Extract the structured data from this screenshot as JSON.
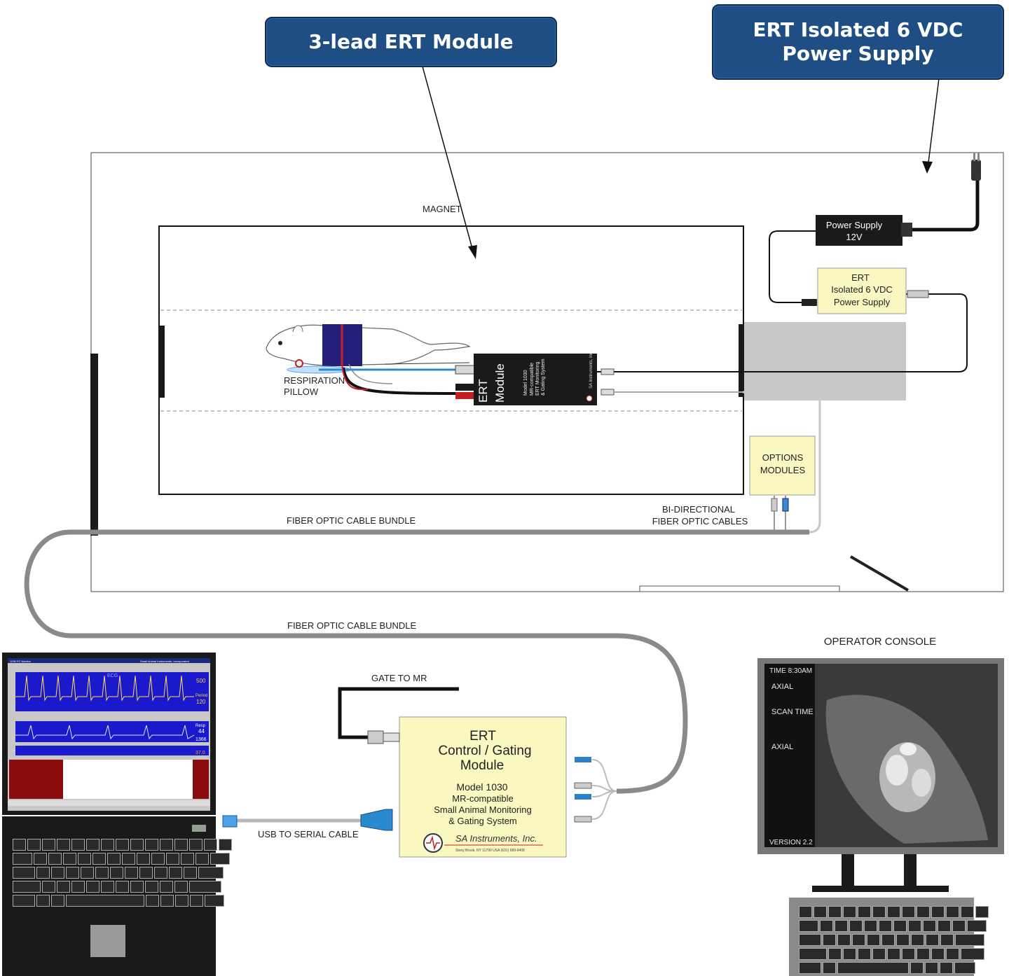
{
  "callouts": {
    "ert_module": "3-lead ERT Module",
    "power_supply_line1": "ERT Isolated 6 VDC",
    "power_supply_line2": "Power Supply"
  },
  "labels": {
    "magnet": "MAGNET",
    "respiration_line1": "RESPIRATION",
    "respiration_line2": "PILLOW",
    "fiber_bundle_top": "FIBER OPTIC CABLE BUNDLE",
    "fiber_bundle_bottom": "FIBER OPTIC CABLE BUNDLE",
    "bidirectional_line1": "BI-DIRECTIONAL",
    "bidirectional_line2": "FIBER OPTIC CABLES",
    "gate_to_mr": "GATE TO MR",
    "usb_cable": "USB TO SERIAL CABLE",
    "operator_console": "OPERATOR CONSOLE"
  },
  "power_supply_box": {
    "line1": "Power Supply",
    "line2": "12V"
  },
  "ert_supply_box": {
    "line1": "ERT",
    "line2": "Isolated 6 VDC",
    "line3": "Power Supply"
  },
  "options_box": {
    "line1": "OPTIONS",
    "line2": "MODULES"
  },
  "ert_module": {
    "title_line1": "ERT",
    "title_line2": "Module",
    "sub1": "Model 1030",
    "sub2": "MR-compatible",
    "sub3": "ERT Monitoring",
    "sub4": "& Gating System",
    "brand": "SA Instruments, Inc."
  },
  "gating_module": {
    "title1": "ERT",
    "title2": "Control / Gating",
    "title3": "Module",
    "model": "Model 1030",
    "desc1": "MR-compatible",
    "desc2": "Small Animal Monitoring",
    "desc3": "& Gating System",
    "brand": "SA Instruments, Inc.",
    "address": "Stony Brook, NY 11790 USA (631) 689-9408"
  },
  "console": {
    "time": "TIME 8:30AM",
    "axial1": "AXIAL",
    "scan_time": "SCAN TIME",
    "axial2": "AXIAL",
    "version": "VERSION 2.2"
  },
  "laptop_screen": {
    "title": "1030 PC Monitor",
    "company": "Small Animal Instruments, Incorporated",
    "ecg_label": "ECG",
    "hr_value": "500",
    "period_label": "Period",
    "period_value": "120",
    "resp_label": "Resp",
    "resp_value": "44",
    "resp_period": "1366",
    "temp_value": "37.0"
  },
  "colors": {
    "callout_bg": "#1f4e85",
    "yellow_box": "#fbf7c0",
    "cable_gray": "#8a8a8a",
    "screen_blue": "#1a1acc",
    "screen_red": "#8b0c0c"
  }
}
